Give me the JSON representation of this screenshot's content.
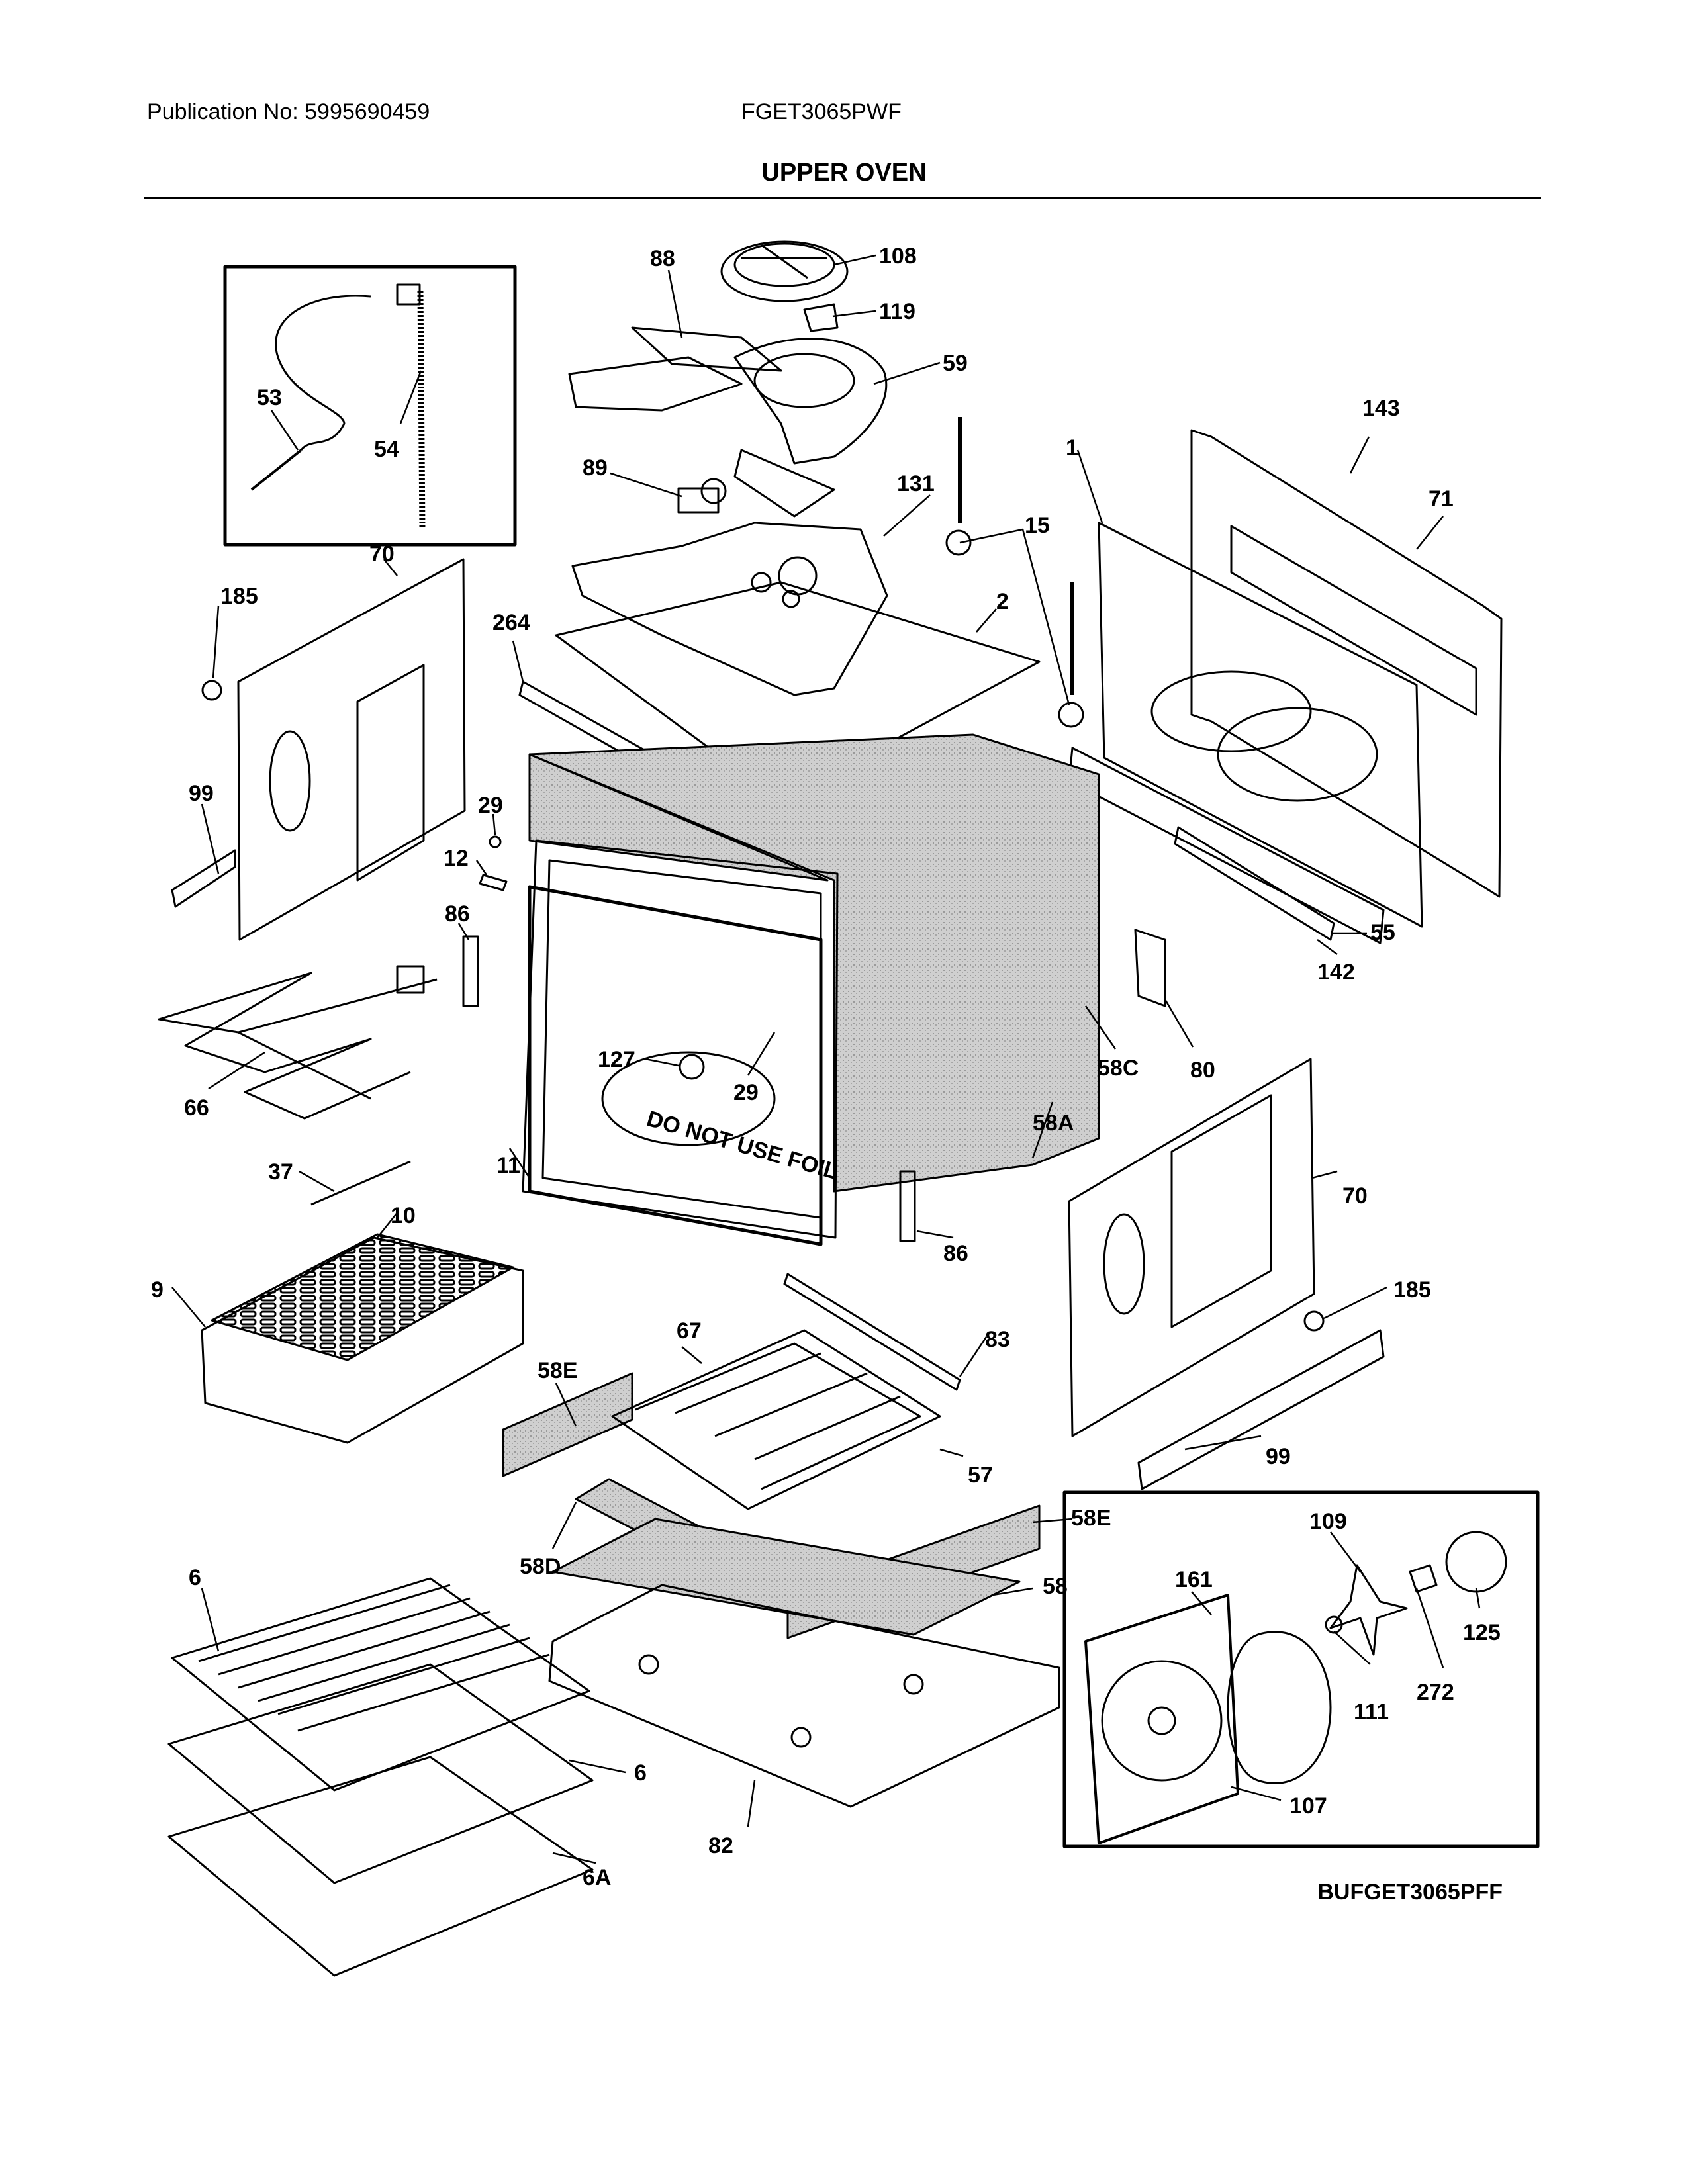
{
  "header": {
    "publication": "Publication No: 5995690459",
    "model": "FGET3065PWF",
    "title": "UPPER OVEN"
  },
  "footer": {
    "diagram_code": "BUFGET3065PFF"
  },
  "cavity_label": "DO NOT USE FOIL",
  "callouts": {
    "c108": "108",
    "c119": "119",
    "c88": "88",
    "c59": "59",
    "c53": "53",
    "c54": "54",
    "c89": "89",
    "c131": "131",
    "c15": "15",
    "c1": "1",
    "c143": "143",
    "c71": "71",
    "c70a": "70",
    "c185a": "185",
    "c264": "264",
    "c2": "2",
    "c29a": "29",
    "c99a": "99",
    "c12": "12",
    "c86a": "86",
    "c127": "127",
    "c29b": "29",
    "c66": "66",
    "c11": "11",
    "c55": "55",
    "c142": "142",
    "c80": "80",
    "c58c": "58C",
    "c58a": "58A",
    "c37": "37",
    "c10": "10",
    "c86b": "86",
    "c70b": "70",
    "c9": "9",
    "c185b": "185",
    "c67": "67",
    "c83": "83",
    "c58e1": "58E",
    "c57": "57",
    "c99b": "99",
    "c109": "109",
    "c58e2": "58E",
    "c58d": "58D",
    "c58": "58",
    "c6a": "6",
    "c161": "161",
    "c125": "125",
    "c272": "272",
    "c111": "111",
    "c6b": "6",
    "c82": "82",
    "c107": "107",
    "c6A": "6A"
  }
}
